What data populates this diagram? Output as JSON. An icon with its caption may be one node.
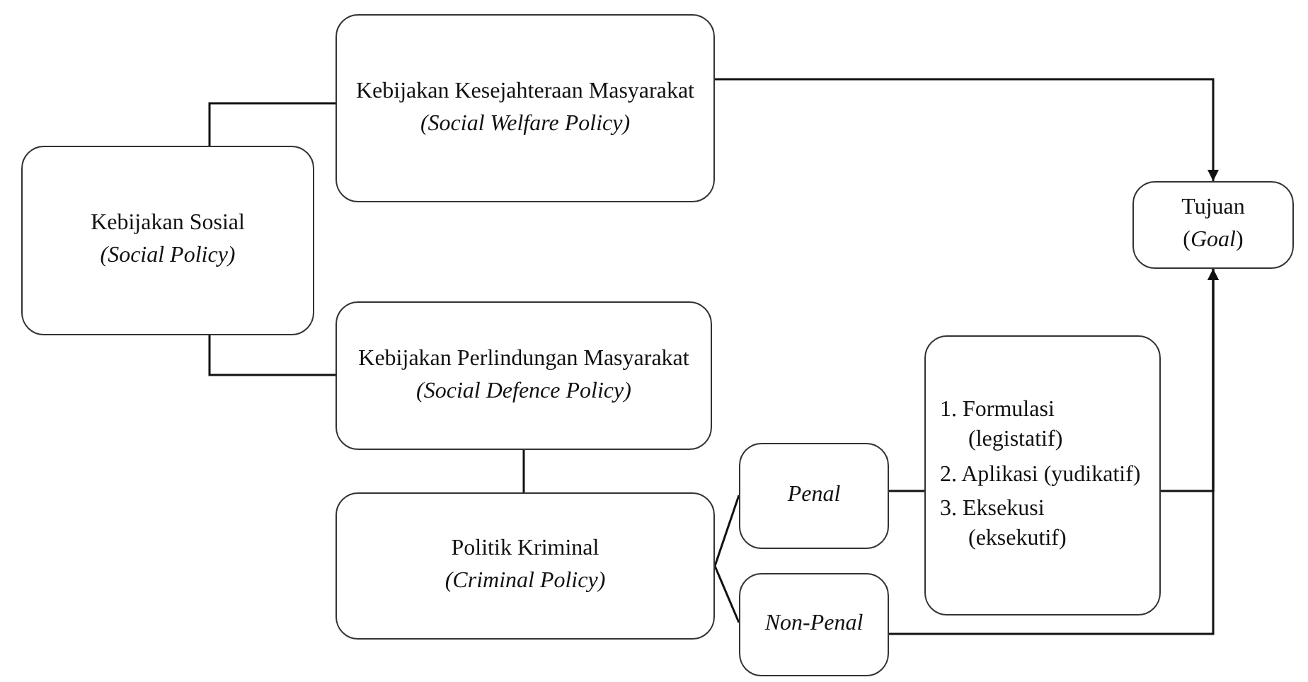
{
  "diagram": {
    "nodes": [
      {
        "text": [
          "Kebijakan Sosial",
          "(Social Policy)"
        ]
      },
      {
        "text": [
          "Kebijakan Kesejahteraan Masyarakat",
          "(Social Welfare Policy)"
        ]
      },
      {
        "text": [
          "Tujuan",
          "(*Goal*)"
        ]
      },
      {
        "text": [
          "Kebijakan Perlindungan Masyarakat",
          "(Social Defence Policy)"
        ]
      },
      {
        "text": [
          "Politik Kriminal",
          "(Criminal Policy)"
        ]
      },
      {
        "text": [
          "Penal"
        ]
      },
      {
        "text": [
          "1. Formulasi (legistatif)",
          "2. Aplikasi (yudikatif)",
          "3. Eksekusi (eksekutif)"
        ]
      },
      {
        "text": [
          "Non-Penal"
        ]
      }
    ],
    "edges": [
      {
        "from": 0,
        "to": 1,
        "arrow": "none"
      },
      {
        "from": 0,
        "to": 3,
        "arrow": "none"
      },
      {
        "from": 1,
        "to": 2,
        "arrow": "to"
      },
      {
        "from": 3,
        "to": 4,
        "arrow": "none"
      },
      {
        "from": 4,
        "to": 5,
        "arrow": "none"
      },
      {
        "from": 4,
        "to": 7,
        "arrow": "none"
      },
      {
        "from": 5,
        "to": 6,
        "arrow": "none"
      },
      {
        "from": 6,
        "to": 2,
        "arrow": "to"
      },
      {
        "from": 7,
        "to": 2,
        "arrow": "to"
      }
    ]
  }
}
